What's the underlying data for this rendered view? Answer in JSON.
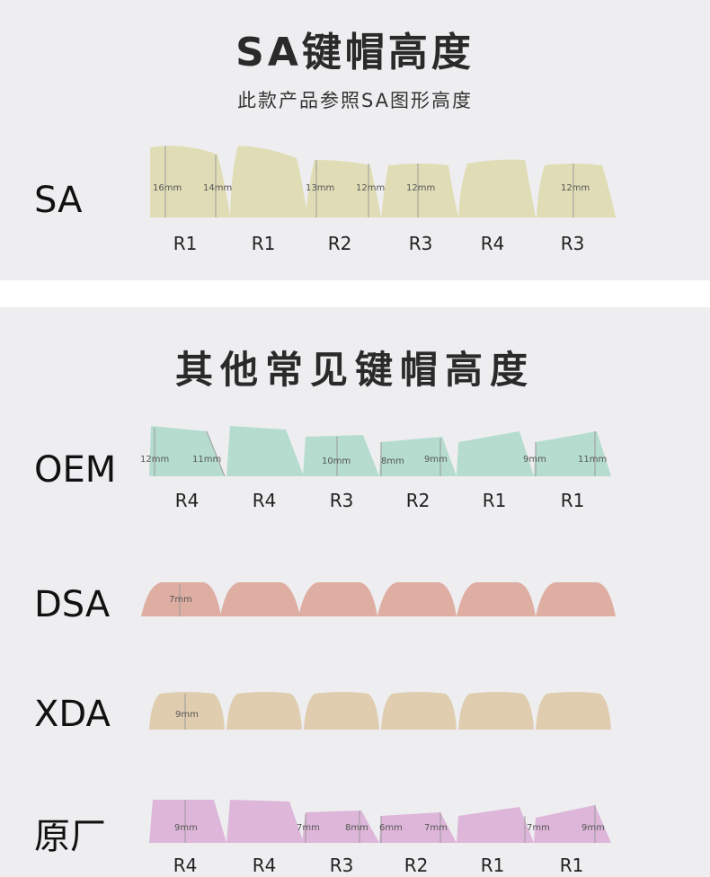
{
  "sa_section": {
    "title": "SA键帽高度",
    "subtitle": "此款产品参照SA图形高度"
  },
  "other_section": {
    "title": "其他常见键帽高度"
  },
  "profiles": [
    {
      "name": "SA",
      "color": "#e0ddb6",
      "rows": [
        "R1",
        "R1",
        "R2",
        "R3",
        "R4",
        "R3"
      ],
      "measurements": [
        "16mm",
        "14mm",
        "13mm",
        "12mm",
        "12mm",
        "12mm"
      ]
    },
    {
      "name": "OEM",
      "color": "#b5dccf",
      "rows": [
        "R4",
        "R4",
        "R3",
        "R2",
        "R1",
        "R1"
      ],
      "measurements": [
        "12mm",
        "11mm",
        "10mm",
        "8mm",
        "9mm",
        "9mm",
        "11mm"
      ]
    },
    {
      "name": "DSA",
      "color": "#dfaea3",
      "measurements": [
        "7mm"
      ]
    },
    {
      "name": "XDA",
      "color": "#e0cdb0",
      "measurements": [
        "9mm"
      ]
    },
    {
      "name": "原厂",
      "color": "#ddb6d9",
      "rows": [
        "R4",
        "R4",
        "R3",
        "R2",
        "R1",
        "R1"
      ],
      "measurements": [
        "9mm",
        "7mm",
        "8mm",
        "6mm",
        "7mm",
        "7mm",
        "9mm"
      ]
    }
  ]
}
